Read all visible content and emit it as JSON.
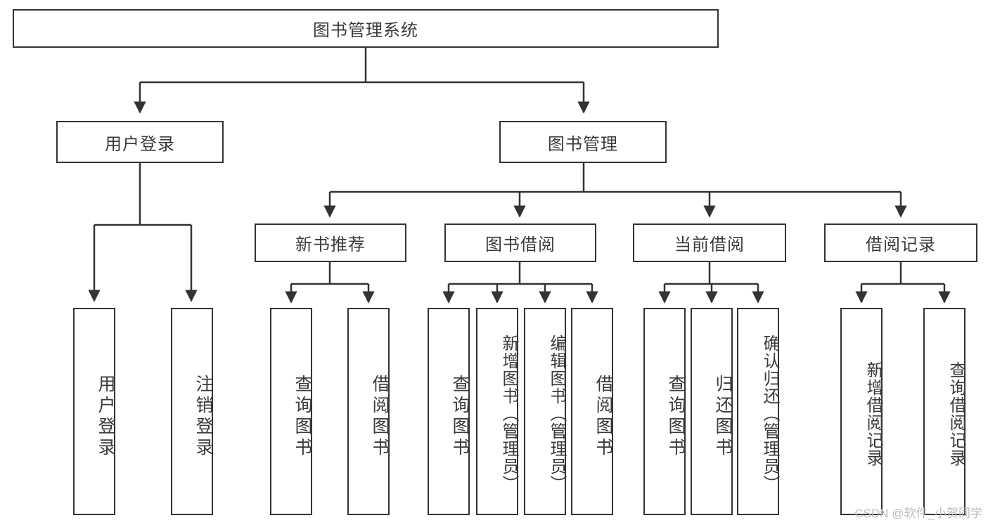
{
  "diagram": {
    "title": "图书管理系统",
    "type": "tree",
    "watermark": "CSDN @软件_小贺同学",
    "colors": {
      "box_border": "#333333",
      "box_fill": "#ffffff",
      "text": "#3a3a3a",
      "connector": "#333333",
      "watermark": "#bdbdbd",
      "background": "#ffffff"
    },
    "root": {
      "label": "图书管理系统"
    },
    "level1": [
      {
        "label": "用户登录"
      },
      {
        "label": "图书管理"
      }
    ],
    "level2": [
      {
        "label": "新书推荐"
      },
      {
        "label": "图书借阅"
      },
      {
        "label": "当前借阅"
      },
      {
        "label": "借阅记录"
      }
    ],
    "leaves": {
      "user_login": [
        {
          "label": "用户登录"
        },
        {
          "label": "注销登录"
        }
      ],
      "new_book_recommend": [
        {
          "label": "查询图书"
        },
        {
          "label": "借阅图书"
        }
      ],
      "book_borrow": [
        {
          "label": "查询图书"
        },
        {
          "label": "新增图书（管理员）"
        },
        {
          "label": "编辑图书（管理员）"
        },
        {
          "label": "借阅图书"
        }
      ],
      "current_borrow": [
        {
          "label": "查询图书"
        },
        {
          "label": "归还图书"
        },
        {
          "label": "确认归还（管理员）"
        }
      ],
      "borrow_record": [
        {
          "label": "新增借阅记录"
        },
        {
          "label": "查询借阅记录"
        }
      ]
    }
  }
}
